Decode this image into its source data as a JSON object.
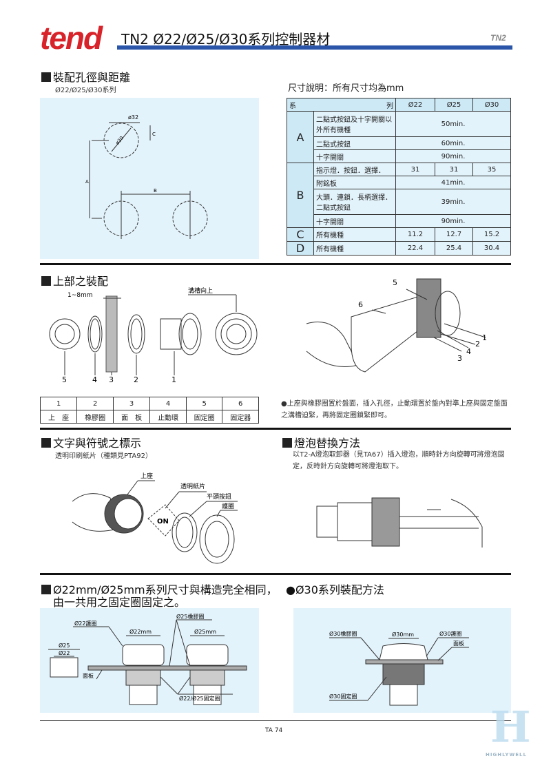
{
  "header": {
    "logo": "tend",
    "title": "TN2  Ø22/Ø25/Ø30系列控制器材",
    "tag": "TN2"
  },
  "sec1": {
    "title": "裝配孔徑與距離",
    "subtitle": "Ø22/Ø25/Ø30系列",
    "diagram_labels": {
      "d32": "ø32",
      "d30": "ø30",
      "c": "C",
      "a": "A",
      "b": "B"
    }
  },
  "dims": {
    "title": "尺寸說明：所有尺寸均為mm",
    "header": {
      "series_a": "系",
      "series_b": "列",
      "c1": "Ø22",
      "c2": "Ø25",
      "c3": "Ø30"
    },
    "rows": [
      {
        "group": "A",
        "desc": "二點式按鈕及十字開關以外所有機種",
        "value": "50min."
      },
      {
        "desc": "二點式按鈕",
        "value": "60min."
      },
      {
        "desc": "十字開關",
        "value": "90min."
      },
      {
        "group": "B",
        "desc": "指示燈．按鈕．選擇．",
        "v1": "31",
        "v2": "31",
        "v3": "35"
      },
      {
        "desc": "附銘板",
        "value": "41min."
      },
      {
        "desc": "大頭．連鎖．長柄選擇．二點式按鈕",
        "value": "39min."
      },
      {
        "desc": "十字開關",
        "value": "90min."
      },
      {
        "group": "C",
        "desc": "所有機種",
        "v1": "11.2",
        "v2": "12.7",
        "v3": "15.2"
      },
      {
        "group": "D",
        "desc": "所有機種",
        "v1": "22.4",
        "v2": "25.4",
        "v3": "30.4"
      }
    ]
  },
  "sec2": {
    "title": "上部之裝配",
    "thickness": "1~8mm",
    "groove": "溝槽向上",
    "nums": [
      "5",
      "4",
      "3",
      "2",
      "1"
    ],
    "right_nums": [
      "5",
      "6",
      "3",
      "4",
      "2",
      "1"
    ],
    "parts": {
      "nums": [
        "1",
        "2",
        "3",
        "4",
        "5",
        "6"
      ],
      "names": [
        "上　座",
        "橡膠圈",
        "面　板",
        "止動環",
        "固定圈",
        "固定器"
      ]
    },
    "note": "●上座與橡膠圈置於盤面，插入孔徑，止動環置於盤內對準上座與固定盤面之溝槽迫緊，再將固定圈鎖緊即可。"
  },
  "sec3": {
    "title": "文字與符號之標示",
    "subtitle": "透明印刷紙片（種類見PTA92）",
    "labels": [
      "上座",
      "透明紙片",
      "平頭按鈕",
      "護圈"
    ],
    "on": "ON"
  },
  "sec3b": {
    "title": "燈泡替換方法",
    "text": "以T2-A燈泡取卸器（見TA67）插入燈泡，順時針方向旋轉可將燈泡固定，反時針方向旋轉可將燈泡取下。"
  },
  "sec4": {
    "title_l1": "Ø22mm/Ø25mm系列尺寸與構造完全相同，",
    "title_l2": "由一共用之固定圈固定之。",
    "title_r": "●Ø30系列裝配方法",
    "left_labels": {
      "ring22": "Ø22護圈",
      "rubber25": "Ø25橡膠圈",
      "d22": "Ø22mm",
      "d25": "Ø25mm",
      "o25": "Ø25",
      "o22": "Ø22",
      "panel": "面板",
      "fix": "Ø22/Ø25固定圈"
    },
    "right_labels": {
      "rubber30": "Ø30橡膠圈",
      "ring30": "Ø30護圈",
      "d30": "Ø30mm",
      "panel": "面板",
      "fix": "Ø30固定圈"
    }
  },
  "footer": {
    "page": "TA 74",
    "watermark": "HIGHLYWELL"
  }
}
